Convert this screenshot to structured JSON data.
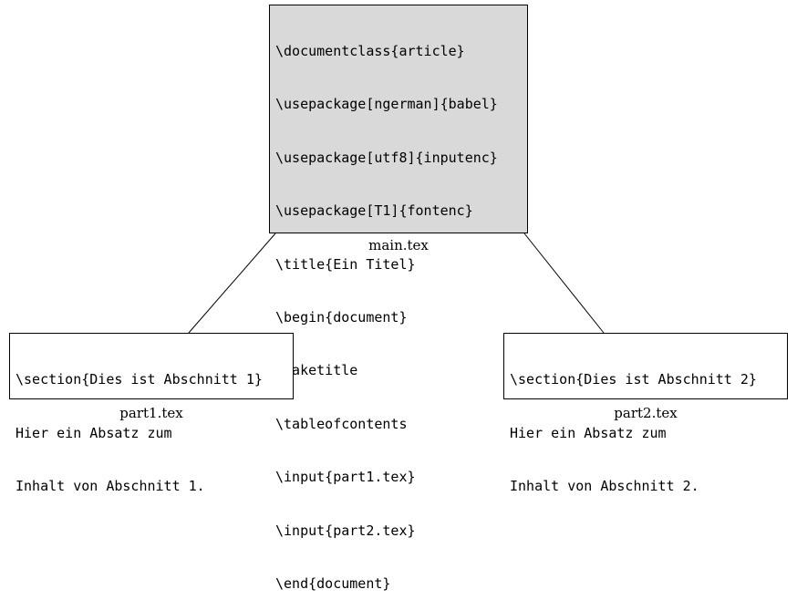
{
  "diagram": {
    "main": {
      "label": "main.tex",
      "lines": [
        "\\documentclass{article}",
        "\\usepackage[ngerman]{babel}",
        "\\usepackage[utf8]{inputenc}",
        "\\usepackage[T1]{fontenc}",
        "\\title{Ein Titel}",
        "\\begin{document}",
        "\\maketitle",
        "\\tableofcontents",
        "\\input{part1.tex}",
        "\\input{part2.tex}",
        "\\end{document}"
      ]
    },
    "part1": {
      "label": "part1.tex",
      "lines": [
        "\\section{Dies ist Abschnitt 1}",
        "Hier ein Absatz zum",
        "Inhalt von Abschnitt 1."
      ]
    },
    "part2": {
      "label": "part2.tex",
      "lines": [
        "\\section{Dies ist Abschnitt 2}",
        "Hier ein Absatz zum",
        "Inhalt von Abschnitt 2."
      ]
    },
    "colors": {
      "main_box_background": "#d9d9d9",
      "part_box_background": "#ffffff",
      "border": "#000000",
      "connector": "#000000"
    }
  }
}
